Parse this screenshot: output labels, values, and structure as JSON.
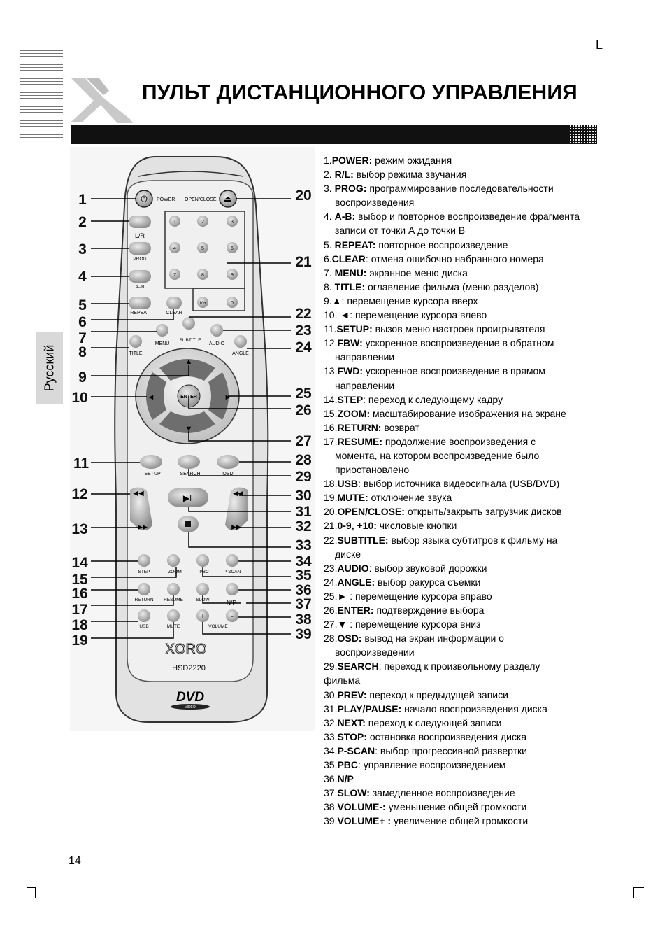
{
  "page": {
    "title": "ПУЛЬТ ДИСТАНЦИОННОГО УПРАВЛЕНИЯ",
    "side_tab": "Русский",
    "page_number": "14",
    "corner_mark": "L"
  },
  "remote": {
    "brand": "XORO",
    "model": "HSD2220",
    "dvd_logo": "DVD",
    "dvd_sub": "VIDEO",
    "labels": {
      "power": "POWER",
      "open_close": "OPEN/CLOSE",
      "lr": "L/R",
      "prog": "PROG",
      "ab": "A--B",
      "repeat": "REPEAT",
      "clear": "CLEAR",
      "menu": "MENU",
      "subtitle": "SUBTITLE",
      "audio": "AUDIO",
      "title": "TITLE",
      "angle": "ANGLE",
      "enter": "ENTER",
      "setup": "SETUP",
      "search": "SEARCH",
      "osd": "OSD",
      "step": "STEP",
      "zoom": "ZOOM",
      "pbc": "PBC",
      "pscan": "P-SCAN",
      "return": "RETURN",
      "resume": "RESUME",
      "slow": "SLOW",
      "np": "N/P",
      "usb": "USB",
      "mute": "MUTE",
      "volume": "VOLUME",
      "plus": "+",
      "minus": "-"
    },
    "keypad": [
      "1",
      "2",
      "3",
      "4",
      "5",
      "6",
      "7",
      "8",
      "9",
      "10+",
      "0"
    ],
    "callouts_left": [
      "1",
      "2",
      "3",
      "4",
      "5",
      "6",
      "7",
      "8",
      "9",
      "10",
      "11",
      "12",
      "13",
      "14",
      "15",
      "16",
      "17",
      "18",
      "19"
    ],
    "callouts_right": [
      "20",
      "21",
      "22",
      "23",
      "24",
      "25",
      "26",
      "27",
      "28",
      "29",
      "30",
      "31",
      "32",
      "33",
      "34",
      "35",
      "36",
      "37",
      "38",
      "39"
    ]
  },
  "legend": [
    {
      "prefix": "1.",
      "key": "POWER:",
      "text": " режим ожидания"
    },
    {
      "prefix": "2. ",
      "key": "R/L:",
      "text": " выбор режима звучания"
    },
    {
      "prefix": "3. ",
      "key": "PROG:",
      "text": " программирование последовательности"
    },
    {
      "indent": true,
      "text": "воспроизведения"
    },
    {
      "prefix": "4. ",
      "key": "A-B:",
      "text": " выбор и повторное воспроизведение фрагмента"
    },
    {
      "indent": true,
      "text": "записи от точки А до точки В"
    },
    {
      "prefix": "5. ",
      "key": "REPEAT:",
      "text": " повторное воспроизведение"
    },
    {
      "prefix": "6.",
      "key": "CLEAR",
      "text": ": отмена ошибочно набранного номера"
    },
    {
      "prefix": "7. ",
      "key": "MENU:",
      "text": " экранное меню диска"
    },
    {
      "prefix": "8. ",
      "key": "TITLE:",
      "text": " оглавление фильма (меню разделов)"
    },
    {
      "prefix": "9.",
      "key": "▲",
      "text": ":  перемещение курсора вверх"
    },
    {
      "prefix": "10. ",
      "key": "◄",
      "text": ": перемещение курсора влево"
    },
    {
      "prefix": "11.",
      "key": "SETUP:",
      "text": " вызов меню настроек  проигрывателя"
    },
    {
      "prefix": "12.",
      "key": "FBW:",
      "text": " ускоренное воспроизведение в обратном"
    },
    {
      "indent": true,
      "text": "направлении"
    },
    {
      "prefix": "13.",
      "key": "FWD:",
      "text": " ускоренное воспроизведение в прямом"
    },
    {
      "indent": true,
      "text": "направлении"
    },
    {
      "prefix": "14.",
      "key": "STEP",
      "text": ": переход к следующему кадру"
    },
    {
      "prefix": "15.",
      "key": "ZOOM:",
      "text": " масштабирование изображения на экране"
    },
    {
      "prefix": "16.",
      "key": "RETURN:",
      "text": " возврат"
    },
    {
      "prefix": "17.",
      "key": "RESUME:",
      "text": " продолжение воспроизведения с"
    },
    {
      "indent": true,
      "text": "момента, на котором воспроизведение было"
    },
    {
      "indent": true,
      "text": "приостановлено"
    },
    {
      "prefix": "18.",
      "key": "USB",
      "text": ": выбор источника видеосигнала (USB/DVD)"
    },
    {
      "prefix": "19.",
      "key": "MUTE:",
      "text": " отключение звука"
    },
    {
      "prefix": "20.",
      "key": "OPEN/CLOSE:",
      "text": " открыть/закрыть загрузчик дисков"
    },
    {
      "prefix": "21.",
      "key": "0-9, +10:",
      "text": " числовые кнопки"
    },
    {
      "prefix": "22.",
      "key": "SUBTITLE:",
      "text": " выбор языка субтитров к фильму на"
    },
    {
      "indent": true,
      "text": "диске"
    },
    {
      "prefix": "23.",
      "key": "AUDIO",
      "text": ": выбор звуковой дорожки"
    },
    {
      "prefix": "24.",
      "key": "ANGLE:",
      "text": " выбор ракурса съемки"
    },
    {
      "prefix": "25.",
      "key": "►",
      "text": " : перемещение курсора вправо"
    },
    {
      "prefix": "26.",
      "key": "ENTER:",
      "text": " подтверждение выбора"
    },
    {
      "prefix": "27.",
      "key": "▼",
      "text": " : перемещение курсора вниз"
    },
    {
      "prefix": "28.",
      "key": "OSD:",
      "text": " вывод на экран информации о"
    },
    {
      "indent": true,
      "text": "воспроизведении"
    },
    {
      "prefix": "29.",
      "key": "SEARCH",
      "text": ": переход к произвольному разделу"
    },
    {
      "text": "фильма"
    },
    {
      "prefix": "30.",
      "key": "PREV:",
      "text": " переход к предыдущей записи"
    },
    {
      "prefix": "31.",
      "key": "PLAY/PAUSE:",
      "text": " начало воспроизведения диска"
    },
    {
      "prefix": "32.",
      "key": "NEXT:",
      "text": " переход к следующей записи"
    },
    {
      "prefix": "33.",
      "key": "STOP:",
      "text": " остановка воспроизведения диска"
    },
    {
      "prefix": "34.",
      "key": "P-SCAN",
      "text": ": выбор прогрессивной развертки"
    },
    {
      "prefix": "35.",
      "key": "PBC",
      "text": ": управление воспроизведением"
    },
    {
      "prefix": "36.",
      "key": "N/P",
      "text": ""
    },
    {
      "prefix": "37.",
      "key": "SLOW:",
      "text": " замедленное воспроизведение"
    },
    {
      "prefix": "38.",
      "key": "VOLUME-:",
      "text": " уменьшение общей громкости"
    },
    {
      "prefix": "39.",
      "key": "VOLUME+ :",
      "text": " увеличение общей громкости"
    }
  ]
}
